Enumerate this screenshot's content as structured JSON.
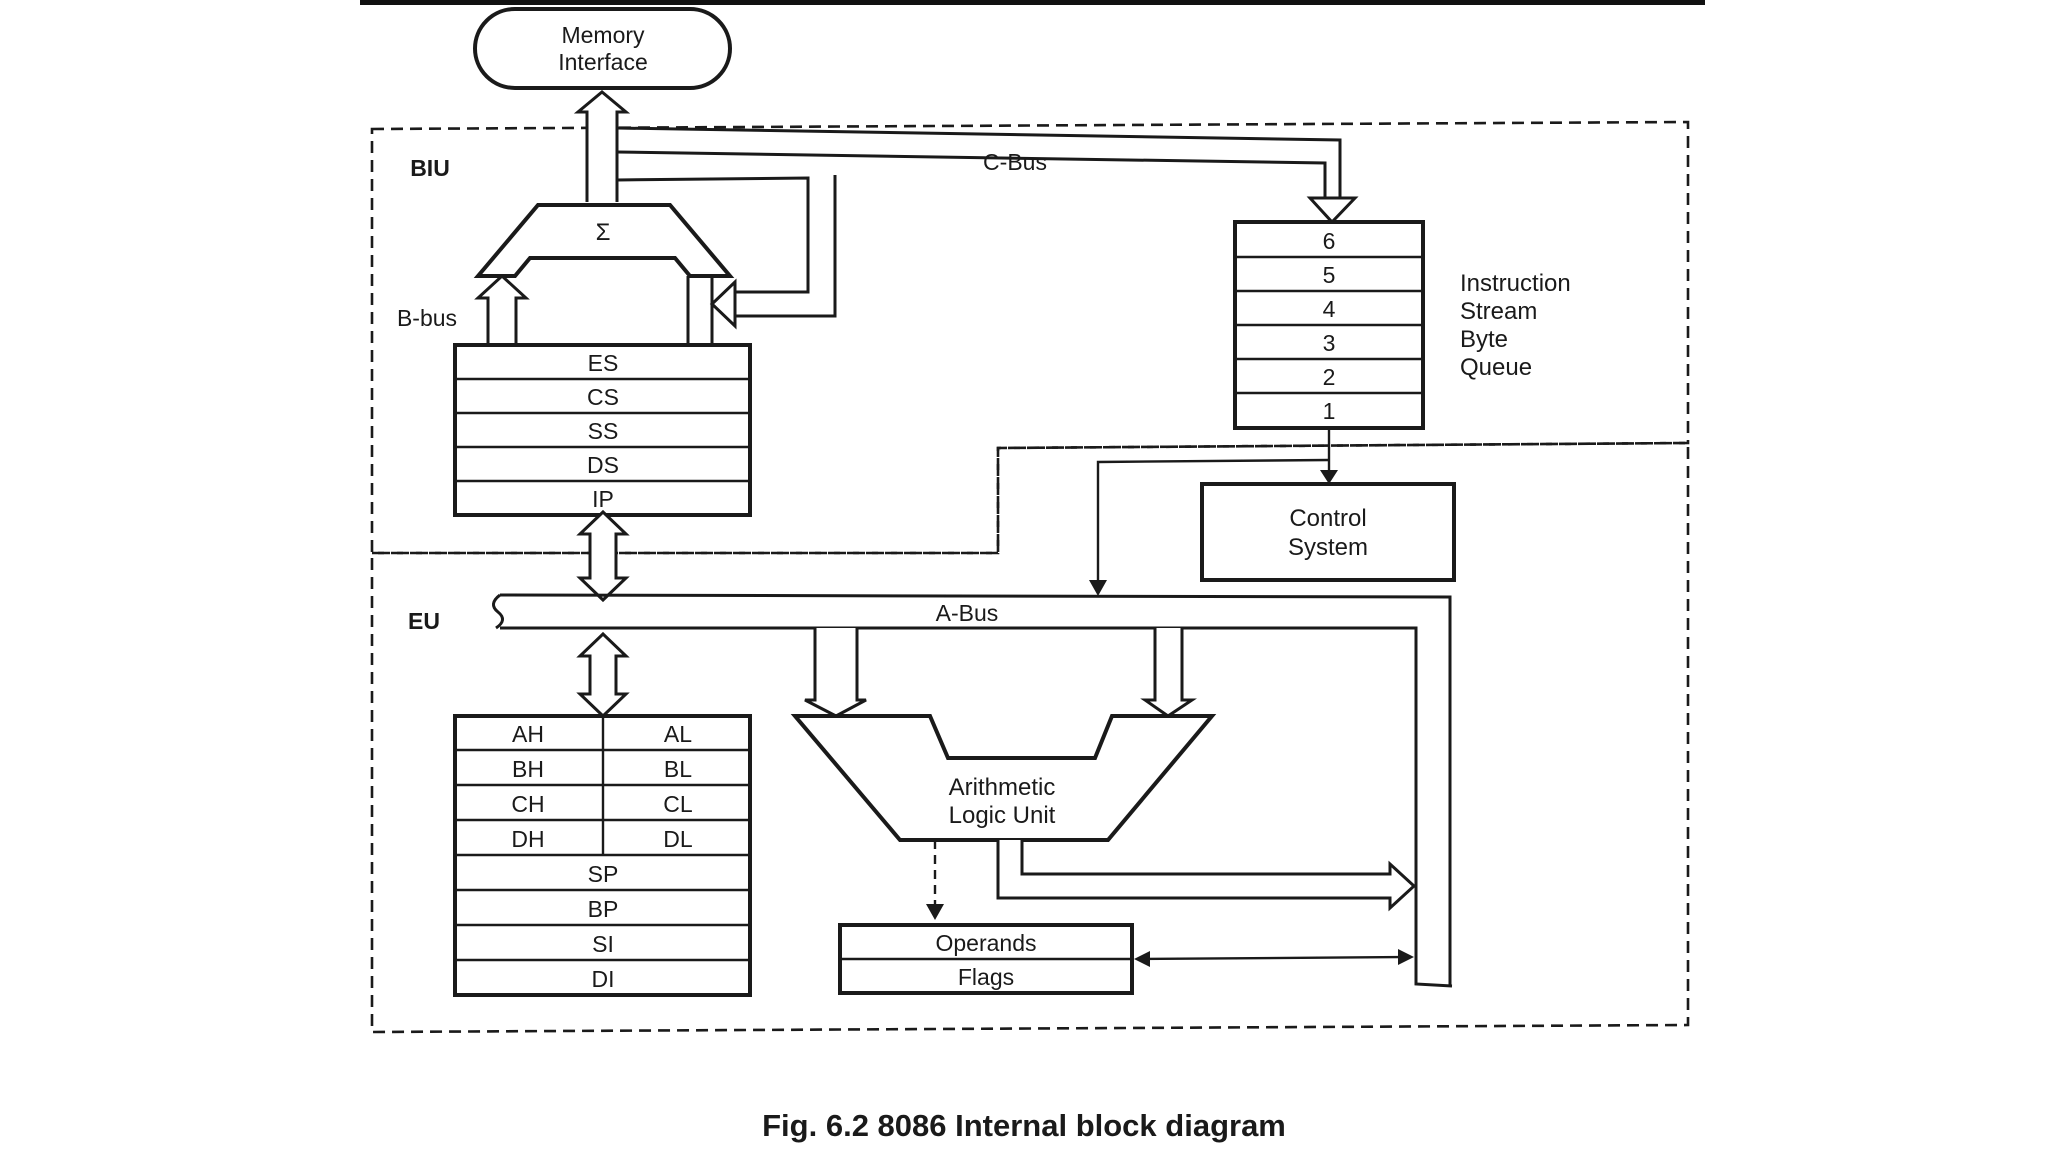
{
  "diagram": {
    "memory_interface": [
      "Memory",
      "Interface"
    ],
    "biu_label": "BIU",
    "eu_label": "EU",
    "c_bus_label": "C-Bus",
    "b_bus_label": "B-bus",
    "a_bus_label": "A-Bus",
    "sigma": "Σ",
    "segment_registers": [
      "ES",
      "CS",
      "SS",
      "DS",
      "IP"
    ],
    "queue_slots": [
      "6",
      "5",
      "4",
      "3",
      "2",
      "1"
    ],
    "queue_label": [
      "Instruction",
      "Stream",
      "Byte",
      "Queue"
    ],
    "control_system": [
      "Control",
      "System"
    ],
    "general_registers_pairs": [
      [
        "AH",
        "AL"
      ],
      [
        "BH",
        "BL"
      ],
      [
        "CH",
        "CL"
      ],
      [
        "DH",
        "DL"
      ]
    ],
    "pointer_registers": [
      "SP",
      "BP",
      "SI",
      "DI"
    ],
    "alu_label": [
      "Arithmetic",
      "Logic Unit"
    ],
    "operands_label": "Operands",
    "flags_label": "Flags"
  },
  "caption": "Fig. 6.2 8086 Internal block diagram"
}
